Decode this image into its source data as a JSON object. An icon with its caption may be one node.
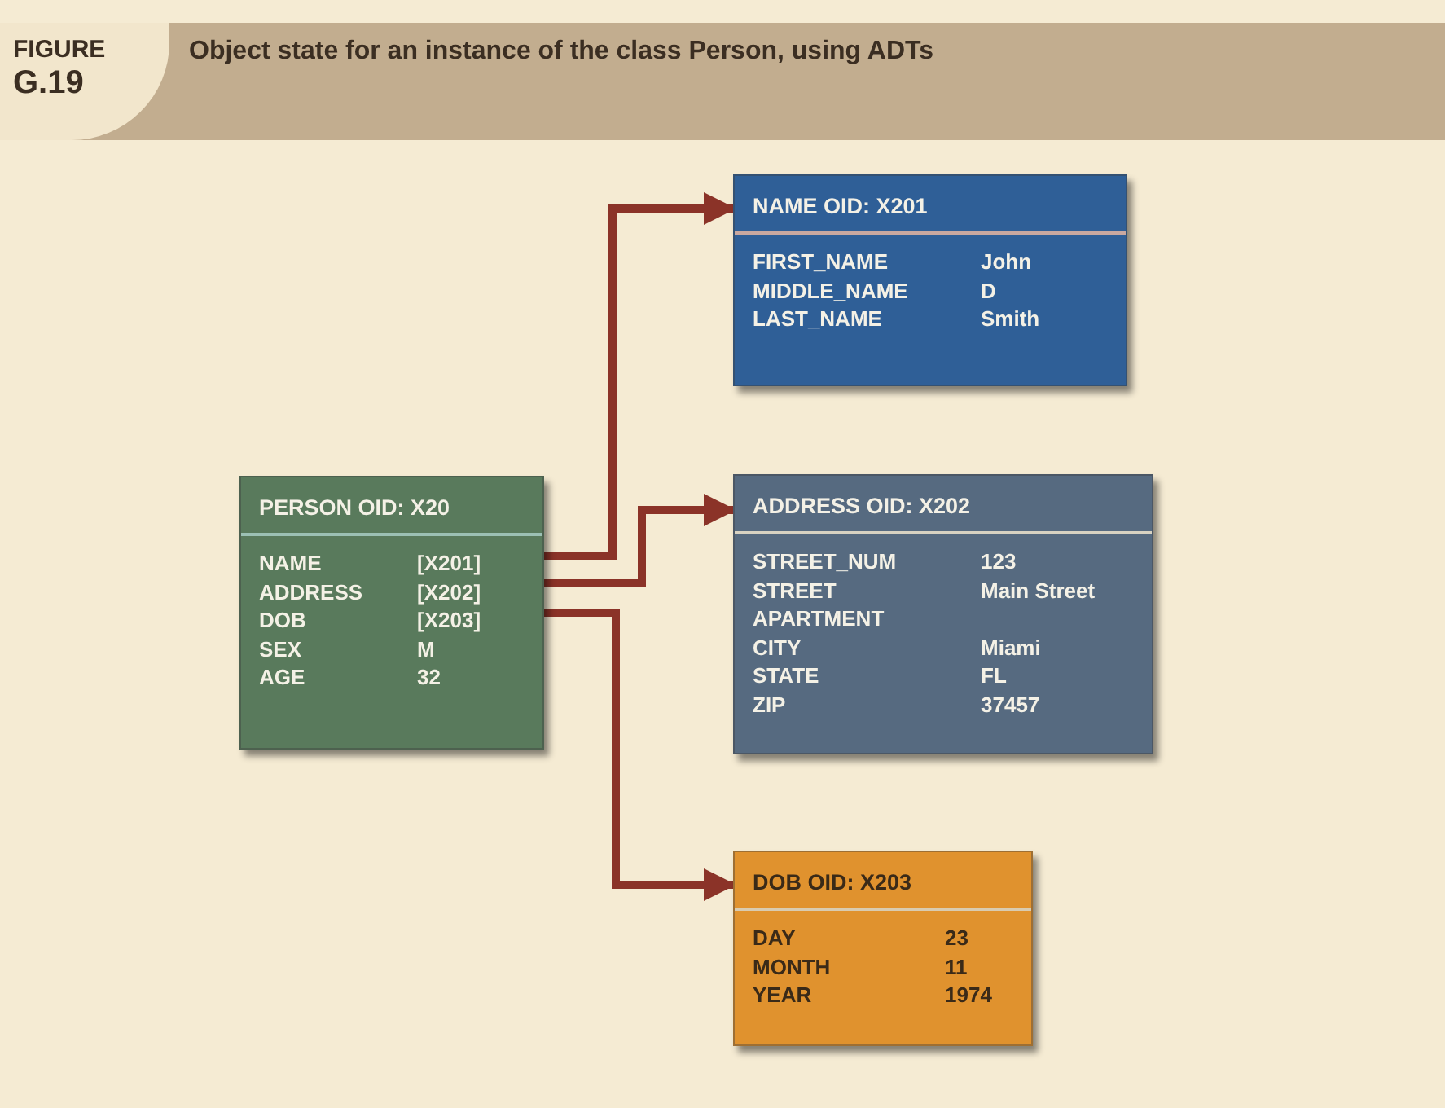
{
  "diagram": {
    "title": "Object state for an instance of the class Person, using ADTs",
    "nodes": [
      {
        "text": [
          "PERSON OID: X20",
          "NAME",
          "[X201]",
          "ADDRESS",
          "[X202]",
          "DOB",
          "[X203]",
          "SEX",
          "M",
          "AGE",
          "32"
        ]
      },
      {
        "text": [
          "NAME OID: X201",
          "FIRST_NAME",
          "John",
          "MIDDLE_NAME",
          "D",
          "LAST_NAME",
          "Smith"
        ]
      },
      {
        "text": [
          "ADDRESS OID: X202",
          "STREET_NUM",
          "123",
          "STREET",
          "Main Street",
          "APARTMENT",
          "CITY",
          "Miami",
          "STATE",
          "FL",
          "ZIP",
          "37457"
        ]
      },
      {
        "text": [
          "DOB OID: X203",
          "DAY",
          "23",
          "MONTH",
          "11",
          "YEAR",
          "1974"
        ]
      }
    ],
    "edges": [
      {
        "from": 0,
        "to": 1,
        "arrow": "to"
      },
      {
        "from": 0,
        "to": 2,
        "arrow": "to"
      },
      {
        "from": 0,
        "to": 3,
        "arrow": "to"
      }
    ],
    "labels": [
      "FIGURE",
      "G.19"
    ]
  }
}
